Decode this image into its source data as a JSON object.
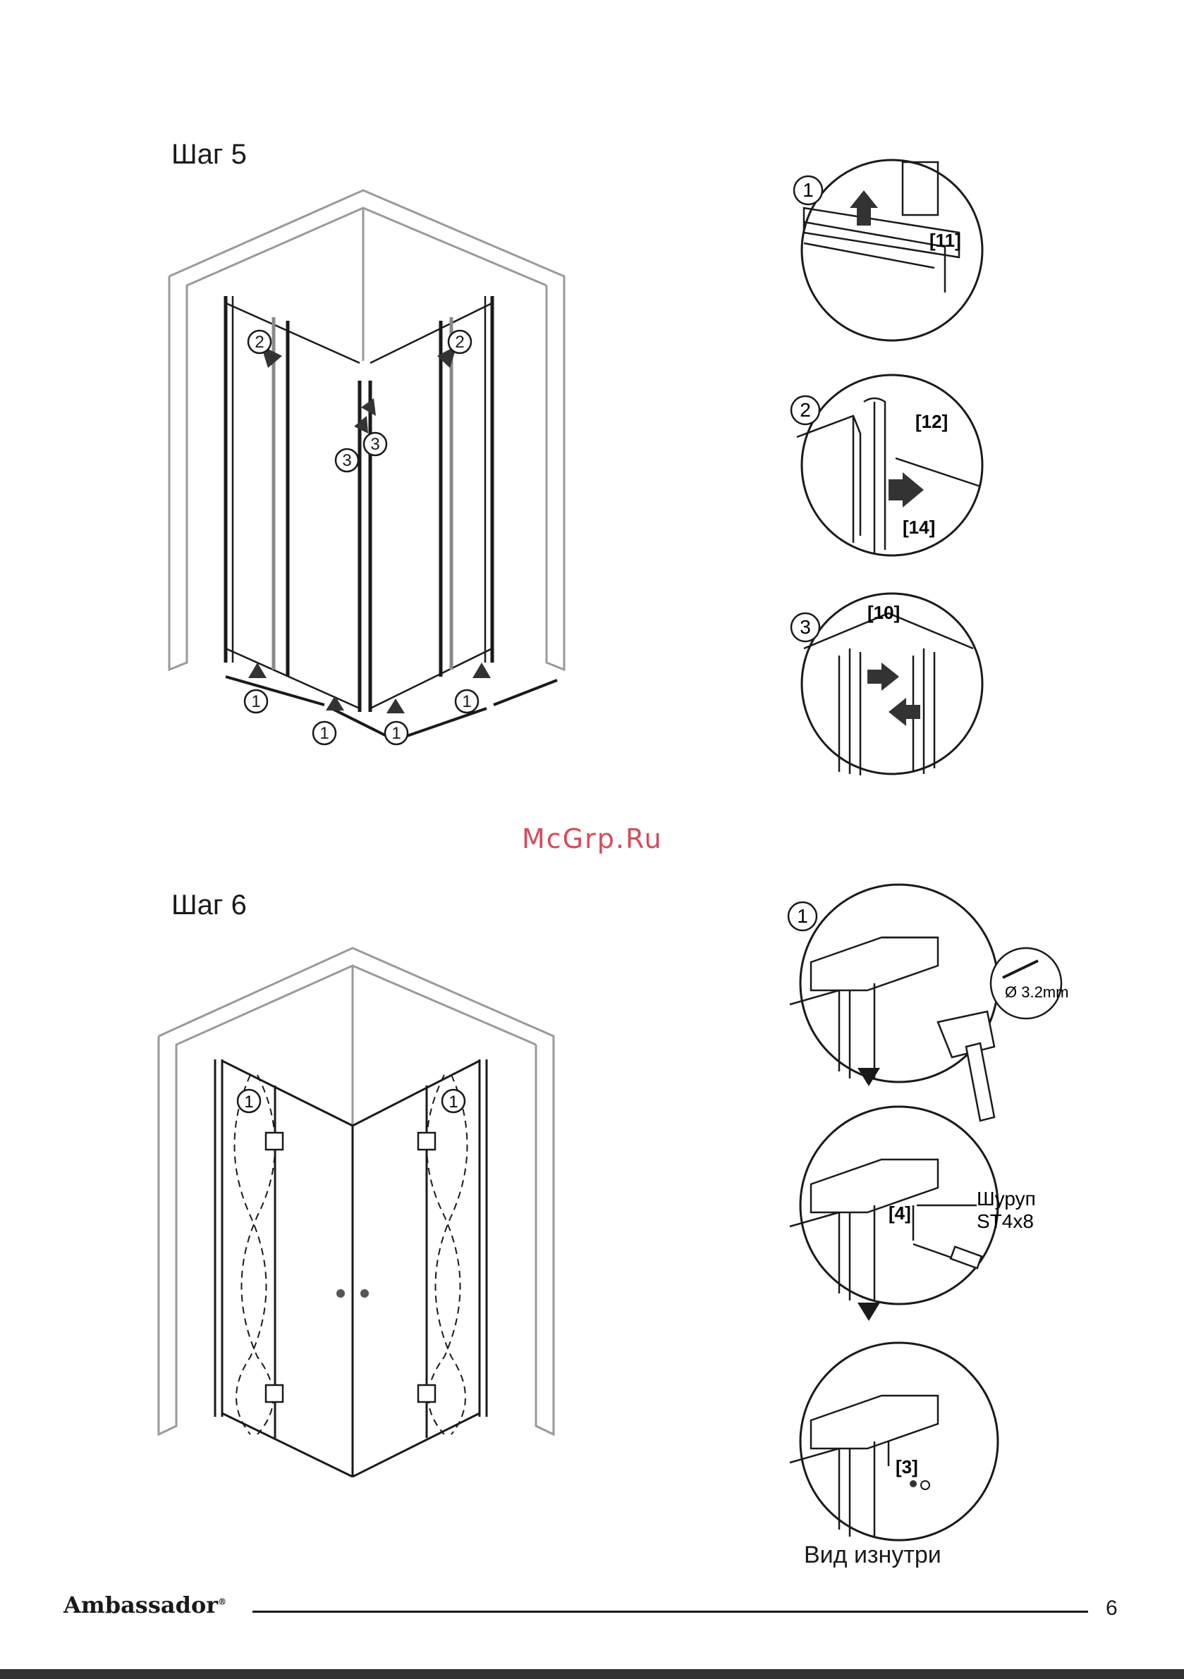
{
  "step5": {
    "title": "Шаг 5",
    "main_callouts": [
      "1",
      "2",
      "3"
    ],
    "details": [
      {
        "number": "1",
        "part": "[11]"
      },
      {
        "number": "2",
        "parts": [
          "[12]",
          "[14]"
        ]
      },
      {
        "number": "3",
        "part": "[10]"
      }
    ]
  },
  "watermark": "McGrp.Ru",
  "step6": {
    "title": "Шаг 6",
    "main_callout": "1",
    "drill": "Ø 3.2mm",
    "screw_part": "[4]",
    "screw_label": "Шуруп",
    "screw_spec": "ST4x8",
    "cap_part": "[3]",
    "callout": "1",
    "inside_view": "Вид изнутри"
  },
  "footer": {
    "brand": "Ambassador",
    "brand_mark": "®",
    "page_number": "6"
  },
  "colors": {
    "ink": "#1a1a1a",
    "wall_stroke": "#9a9a9a",
    "watermark": "#d84a5a"
  }
}
